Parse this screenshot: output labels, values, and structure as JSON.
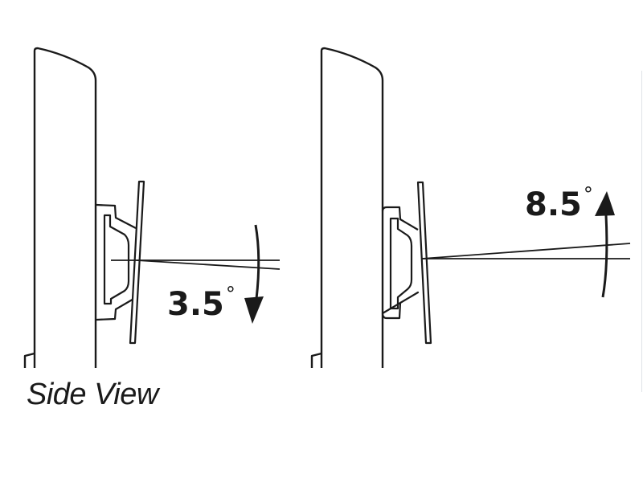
{
  "diagram": {
    "title": "Side View",
    "colors": {
      "stroke": "#1a1a1a",
      "background": "#ffffff"
    },
    "panels": [
      {
        "id": "left",
        "angle_label": "3.5",
        "degree_symbol": "°",
        "tilt_direction": "down"
      },
      {
        "id": "right",
        "angle_label": "8.5",
        "degree_symbol": "°",
        "tilt_direction": "up"
      }
    ]
  }
}
